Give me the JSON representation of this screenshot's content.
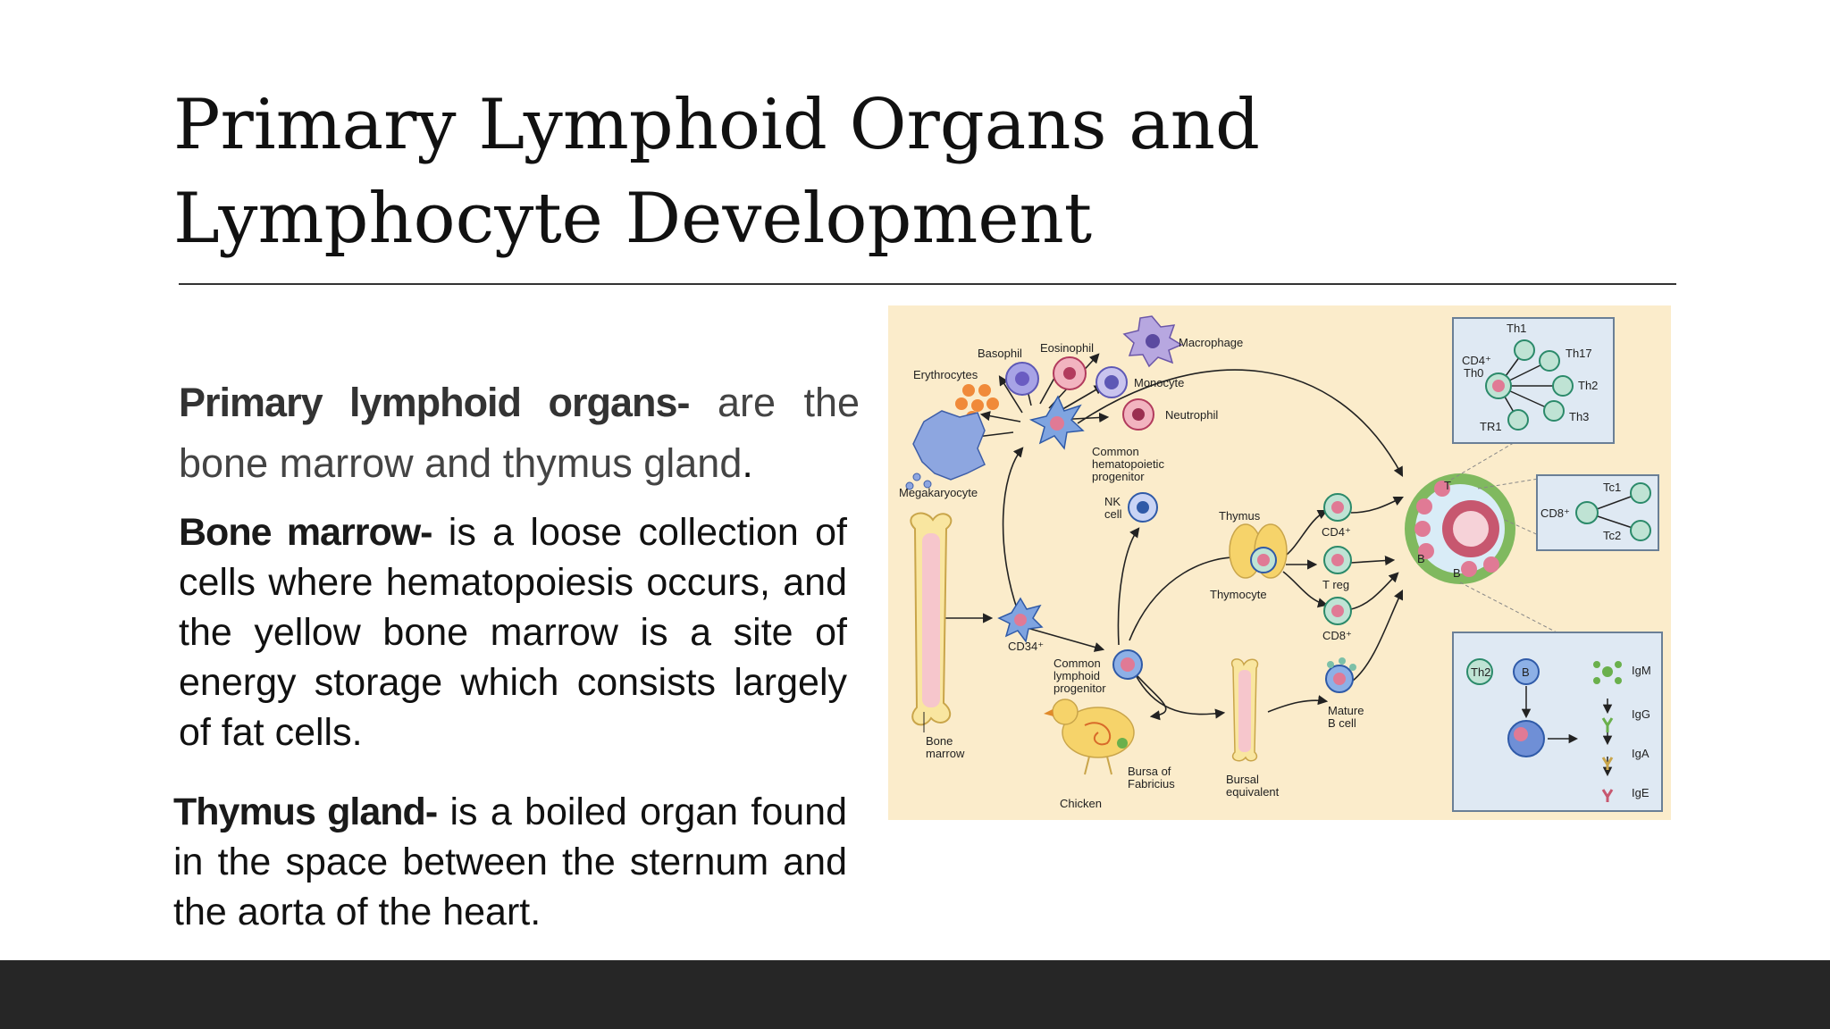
{
  "slide": {
    "title_line1": "Primary Lymphoid Organs and",
    "title_line2": "Lymphocyte Development",
    "p1_lead": "Primary lymphoid organs-",
    "p1_text": " are the bone marrow and thymus gland",
    "p2_lead": "Bone marrow-",
    "p2_text": " is a loose collection of cells where hematopoiesis occurs, and the yellow bone marrow is a site of energy storage which consists largely of fat cells.",
    "p3_lead": "Thymus gland-",
    "p3_text": " is a boiled organ found in the space between the sternum and the aorta of the heart."
  },
  "diagram": {
    "basophil": "Basophil",
    "eosinophil": "Eosinophil",
    "macrophage": "Macrophage",
    "erythrocytes": "Erythrocytes",
    "monocyte": "Monocyte",
    "neutrophil": "Neutrophil",
    "megakaryocyte": "Megakaryocyte",
    "chp1": "Common",
    "chp2": "hematopoietic",
    "chp3": "progenitor",
    "nk1": "NK",
    "nk2": "cell",
    "thymus": "Thymus",
    "thymocyte": "Thymocyte",
    "cd4": "CD4⁺",
    "treg": "T reg",
    "cd8": "CD8⁺",
    "cd34": "CD34⁺",
    "clp1": "Common",
    "clp2": "lymphoid",
    "clp3": "progenitor",
    "bone1": "Bone",
    "bone2": "marrow",
    "chicken": "Chicken",
    "bursa1": "Bursa of",
    "bursa2": "Fabricius",
    "bursal1": "Bursal",
    "bursal2": "equivalent",
    "mature1": "Mature",
    "mature2": "B cell",
    "th1": "Th1",
    "th17": "Th17",
    "th2": "Th2",
    "th3": "Th3",
    "cd4th0_1": "CD4⁺",
    "cd4th0_2": "Th0",
    "tr1": "TR1",
    "tc1": "Tc1",
    "tc2": "Tc2",
    "cd8box": "CD8⁺",
    "b_th2": "Th2",
    "b_b": "B",
    "igm": "IgM",
    "igg": "IgG",
    "iga": "IgA",
    "ige": "IgE",
    "ln_t": "T",
    "ln_b1": "B",
    "ln_b2": "B"
  },
  "colors": {
    "diagram_bg": "#fbeccb",
    "panel_bg": "#dfe9f3",
    "panel_border": "#6a7f96",
    "cell_pink": "#e07a95",
    "footer": "#262626"
  }
}
